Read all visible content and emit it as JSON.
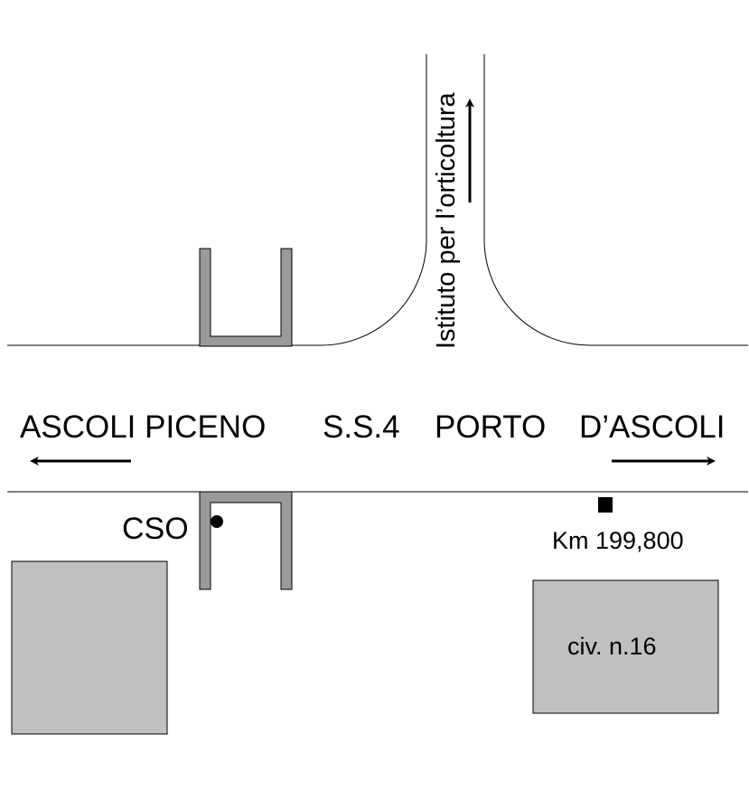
{
  "road": {
    "main_labels": [
      "ASCOLI PICENO",
      "S.S.4",
      "PORTO",
      "D’ASCOLI"
    ],
    "side_road_label": "Istituto per l’orticoltura"
  },
  "markers": {
    "cso_label": "CSO",
    "km_label": "Km 199,800"
  },
  "buildings": {
    "right_label": "civ. n.16"
  },
  "colors": {
    "line": "#000000",
    "structure_fill": "#9a9a9a",
    "building_fill": "#c0c0c0",
    "background": "#ffffff"
  }
}
